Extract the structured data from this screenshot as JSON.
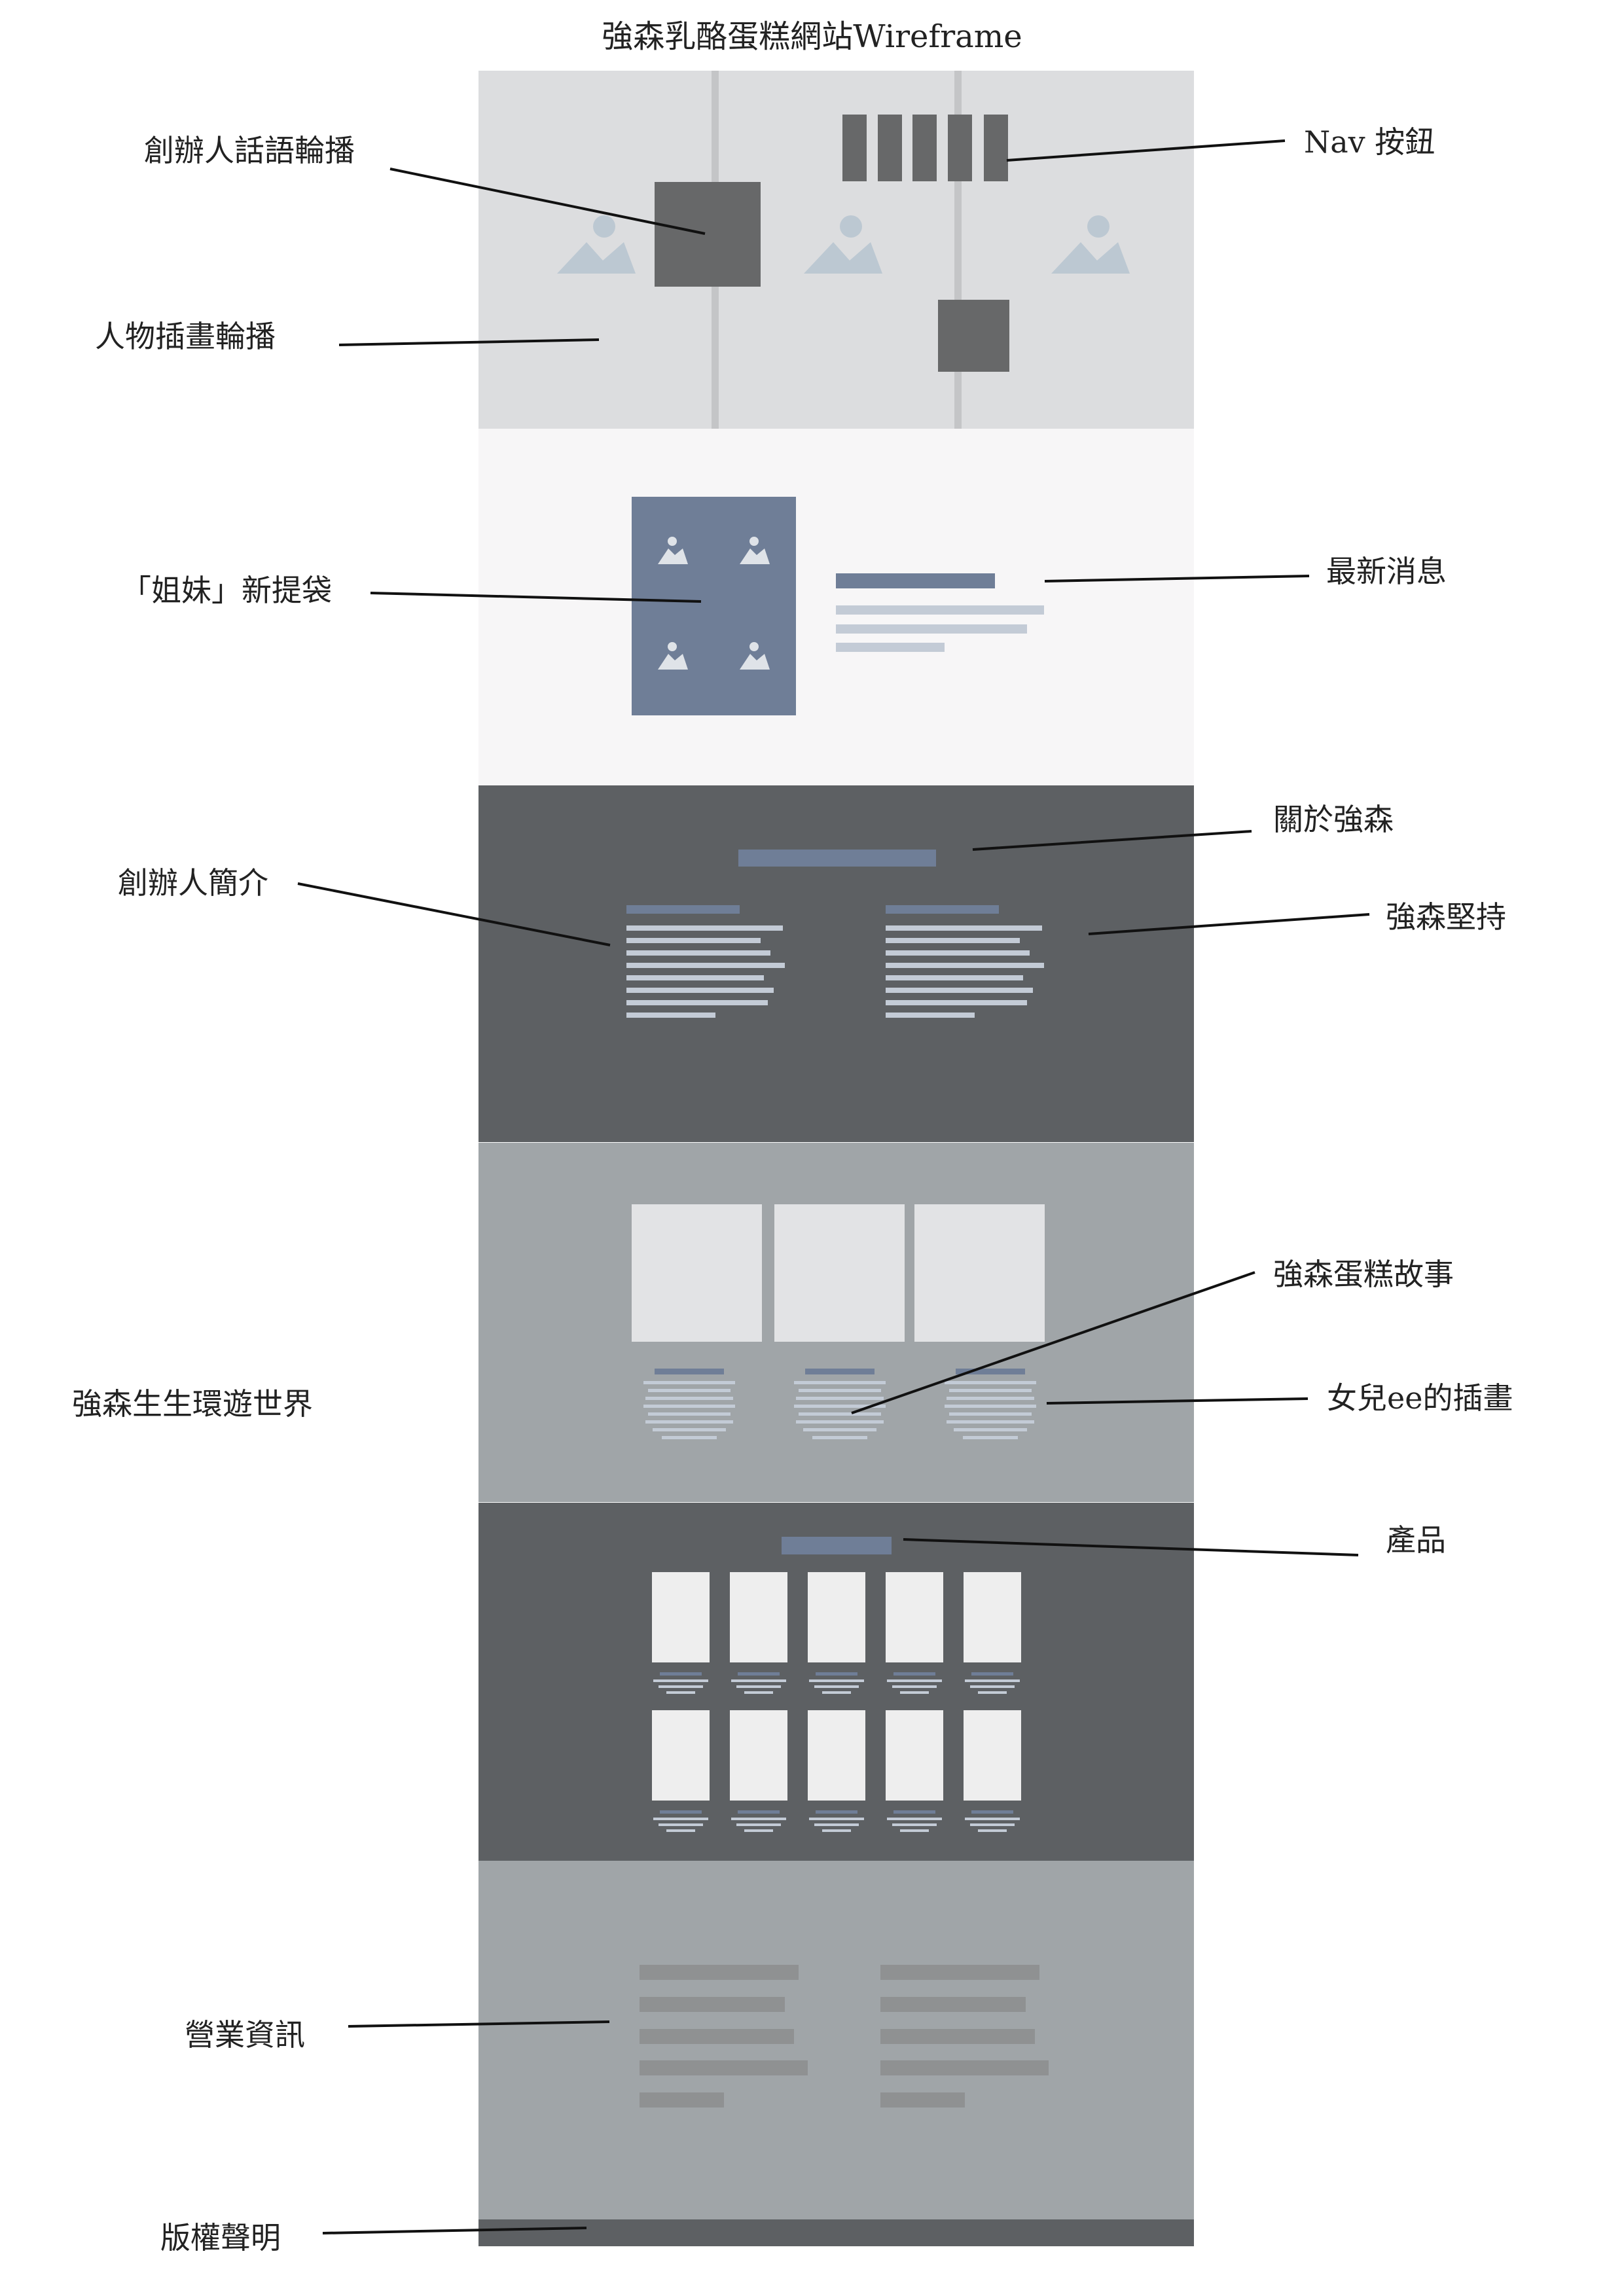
{
  "title": "強森乳酪蛋糕網站Wireframe",
  "labels": {
    "founder_quote_carousel": "創辦人話語輪播",
    "nav_buttons": "Nav 按鈕",
    "character_illustration_carousel": "人物插畫輪播",
    "sister_bag": "「姐妹」新提袋",
    "latest_news": "最新消息",
    "about": "關於強森",
    "founder_intro": "創辦人簡介",
    "persistence": "強森堅持",
    "cake_story": "強森蛋糕故事",
    "world_tour": "強森生生環遊世界",
    "daughter_illustration": "女兒ee的插畫",
    "products": "產品",
    "business_info": "營業資訊",
    "copyright": "版權聲明"
  },
  "colors": {
    "hero_bg": "#dcdddf",
    "news_bg": "#f7f6f7",
    "dark_bg": "#5d6063",
    "mid_bg": "#a0a5a8",
    "accent": "#6f7e97",
    "text_line": "#c3cbd6",
    "card": "#eeeeee",
    "block": "#676869"
  }
}
